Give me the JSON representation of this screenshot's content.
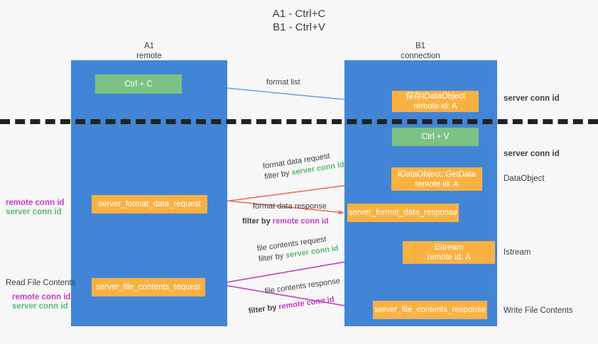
{
  "title": {
    "line1": "A1 - Ctrl+C",
    "line2": "B1 - Ctrl+V"
  },
  "lanes": [
    {
      "id": "a1",
      "name": "A1",
      "sub": "remote"
    },
    {
      "id": "b1",
      "name": "B1",
      "sub": "connection"
    }
  ],
  "boxes": {
    "ctrl_c": "Ctrl + C",
    "save_idataobject": {
      "line1": "保存IDataObject",
      "line2": "remote id: A"
    },
    "ctrl_v": "Ctrl + V",
    "getdata": {
      "line1": "IDataObject::GetData",
      "line2": "remote id: A"
    },
    "istream": {
      "line1": "IStream",
      "line2": "remote id: A"
    },
    "server_format_data_request": "server_format_data_request",
    "server_format_data_response": "server_format_data_response",
    "server_file_contents_request": "server_file_contents_request",
    "server_file_contents_response": "server_file_contents_response"
  },
  "edge_labels": {
    "format_list": "format list",
    "format_data_request": "format data request",
    "format_data_request_filter_prefix": "filter by ",
    "format_data_request_filter_key": "server conn id",
    "format_data_response": "format data response",
    "format_data_response_filter_prefix": "filter by ",
    "format_data_response_filter_key": "remote conn id",
    "file_contents_request": "file contents request",
    "file_contents_request_filter_prefix": "filter by ",
    "file_contents_request_filter_key": "server conn id",
    "file_contents_response": "file contents response",
    "file_contents_response_filter_prefix": "filter by ",
    "file_contents_response_filter_key": "remote conn id"
  },
  "side_labels": {
    "server_conn_id_top": "server conn id",
    "server_conn_id_mid": "server conn id",
    "dataobject": "DataObject",
    "istream": "Istream",
    "write_file_contents": "Write File Contents",
    "read_file_contents": "Read File Contents",
    "left_mid_remote": "remote conn id",
    "left_mid_server": "server conn id",
    "left_low_remote": "remote conn id",
    "left_low_server": "server conn id"
  },
  "colors": {
    "lane": "#4285d6",
    "green_box": "#7dc285",
    "orange_box": "#fbb142",
    "server_conn": "#57bb70",
    "remote_conn": "#c43bc4",
    "arrow_blue": "#63a7e8",
    "arrow_red": "#ef6a5a",
    "arrow_magenta": "#c43bc4",
    "arrow_black": "#202124",
    "background": "#f7f7f7"
  }
}
